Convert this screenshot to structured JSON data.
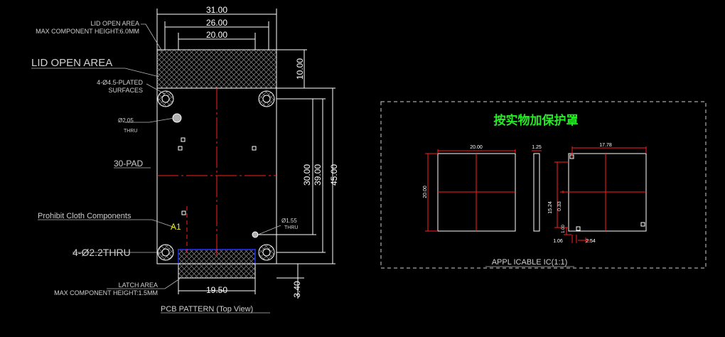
{
  "left_view": {
    "dims": {
      "w31": "31.00",
      "w26": "26.00",
      "w20": "20.00",
      "h10": "10.00",
      "h30": "30.00",
      "h39": "39.00",
      "h45": "45.00",
      "w19_5": "19.50",
      "h3_4": "3.40"
    },
    "labels": {
      "lid_open_small_1": "LID OPEN AREA",
      "lid_open_small_2": "MAX COMPONENT HEIGHT:6.0MM",
      "lid_open_big": "LID OPEN AREA",
      "plated_1": "4-Ø4.5-PLATED",
      "plated_2": "SURFACES",
      "hole_a": "Ø2.05",
      "hole_a_thru": "THRU",
      "pad": "30-PAD",
      "prohibit": "Prohibit Cloth Components",
      "a1": "A1",
      "hole_b": "Ø1.55",
      "hole_b_thru": "THRU",
      "thru_holes": "4-Ø2.2THRU",
      "latch_1": "LATCH AREA",
      "latch_2": "MAX COMPONENT HEIGHT:1.5MM",
      "caption": "PCB PATTERN (Top View)"
    }
  },
  "right_view": {
    "title": "按实物加保护罩",
    "caption": "APPL ICABLE IC(1:1)",
    "dims": {
      "w20": "20.00",
      "h20": "20.00",
      "t125": "1.25",
      "w1778": "17.78",
      "h1524": "15.24",
      "h033": "0.33",
      "h100": "1.00",
      "w106": "1.06",
      "w254": "2.54"
    }
  }
}
